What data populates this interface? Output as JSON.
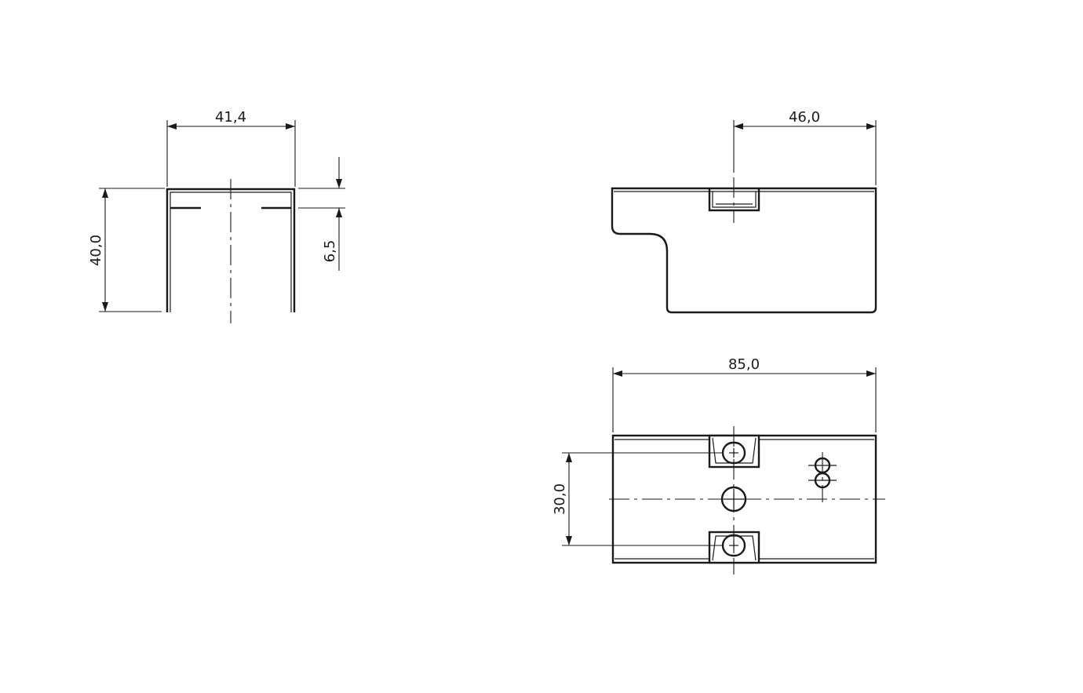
{
  "dimensions": {
    "front_width": "41,4",
    "front_height": "40,0",
    "front_flange": "6,5",
    "side_offset": "46,0",
    "top_length": "85,0",
    "top_hole_spacing": "30,0"
  }
}
